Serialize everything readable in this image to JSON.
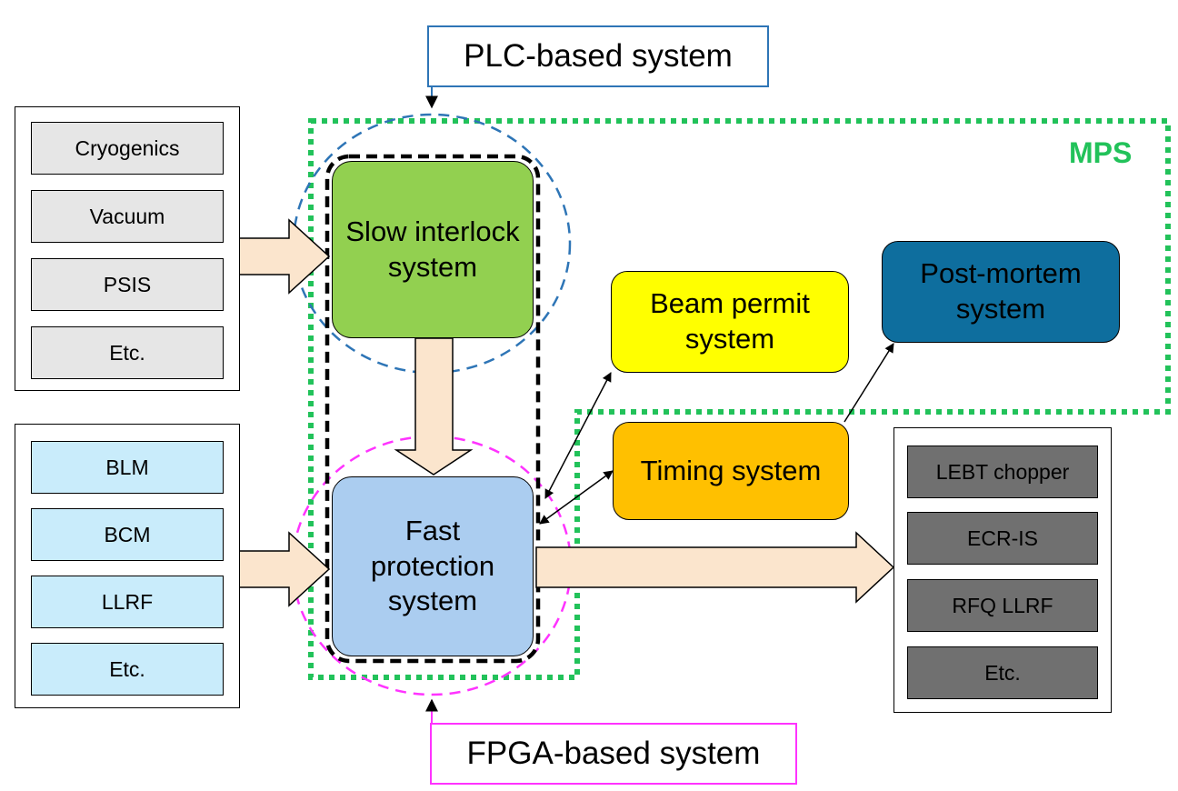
{
  "plc_label": "PLC-based system",
  "fpga_label": "FPGA-based system",
  "mps_label": "MPS",
  "slow_inputs": [
    "Cryogenics",
    "Vacuum",
    "PSIS",
    "Etc."
  ],
  "fast_inputs": [
    "BLM",
    "BCM",
    "LLRF",
    "Etc."
  ],
  "outputs": [
    "LEBT chopper",
    "ECR-IS",
    "RFQ LLRF",
    "Etc."
  ],
  "slow_interlock": "Slow interlock system",
  "fast_protection": "Fast protection system",
  "beam_permit": "Beam permit system",
  "timing": "Timing system",
  "post_mortem": "Post-mortem system",
  "colors": {
    "plc_blue": "#2e75b6",
    "fpga_magenta": "#ff33ff",
    "mps_green": "#22c25a",
    "slow_green": "#92d050",
    "fast_blue": "#abcdf0",
    "beam_yellow": "#ffff00",
    "timing_orange": "#ffc000",
    "post_mortem_blue": "#0e6e9e",
    "arrow_fill": "#fbe5cd"
  }
}
